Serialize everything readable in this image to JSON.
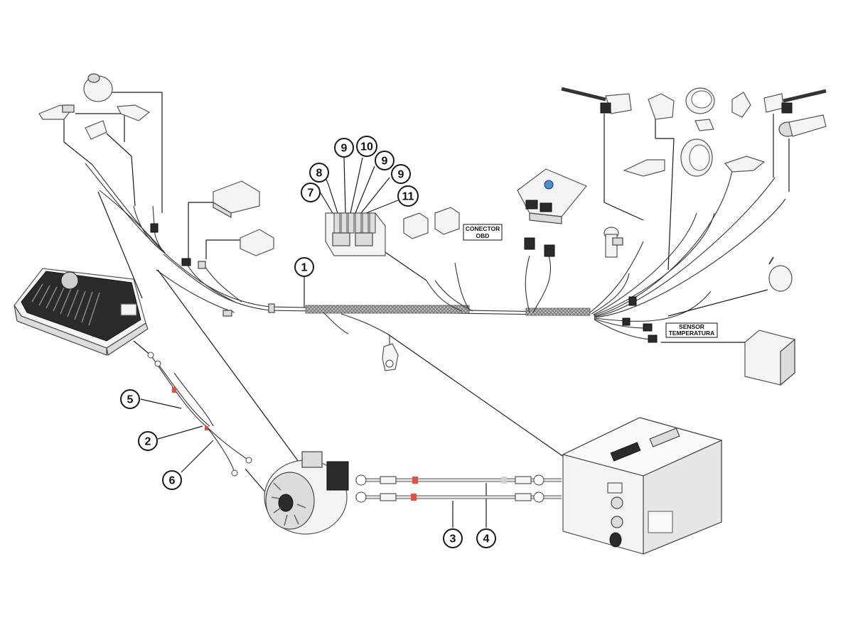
{
  "callouts": {
    "c1": "1",
    "c2": "2",
    "c3": "3",
    "c4": "4",
    "c5": "5",
    "c6": "6",
    "c7": "7",
    "c8": "8",
    "c9a": "9",
    "c9b": "9",
    "c9c": "9",
    "c10": "10",
    "c11": "11"
  },
  "labels": {
    "obd_line1": "CONECTOR",
    "obd_line2": "OBD",
    "temp_line1": "SENSOR",
    "temp_line2": "TEMPERATURA"
  },
  "colors": {
    "line": "#1a1a1a",
    "part_fill": "#f4f4f4",
    "red_sleeve": "#e0503c",
    "braid": "#8a8a8a"
  },
  "icons": [
    "motor-controller",
    "alternator",
    "traction-battery",
    "fuse-box",
    "ecu-module",
    "relay",
    "horn",
    "handlebar-switch",
    "headlight",
    "turn-signal",
    "ignition-switch",
    "speed-sensor",
    "aux-battery"
  ]
}
